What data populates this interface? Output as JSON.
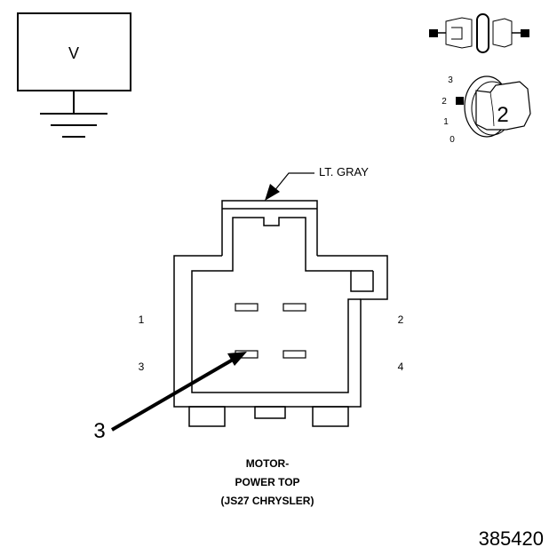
{
  "meter": {
    "symbol": "V"
  },
  "test_key": {
    "positions": [
      "3",
      "2",
      "1",
      "0"
    ],
    "number": "2"
  },
  "connector": {
    "color_label": "LT. GRAY",
    "pins": [
      "1",
      "2",
      "3",
      "4"
    ],
    "pointer_number": "3",
    "caption": [
      "MOTOR-",
      "POWER TOP",
      "(JS27 CHRYSLER)"
    ]
  },
  "figure_id": "385420"
}
